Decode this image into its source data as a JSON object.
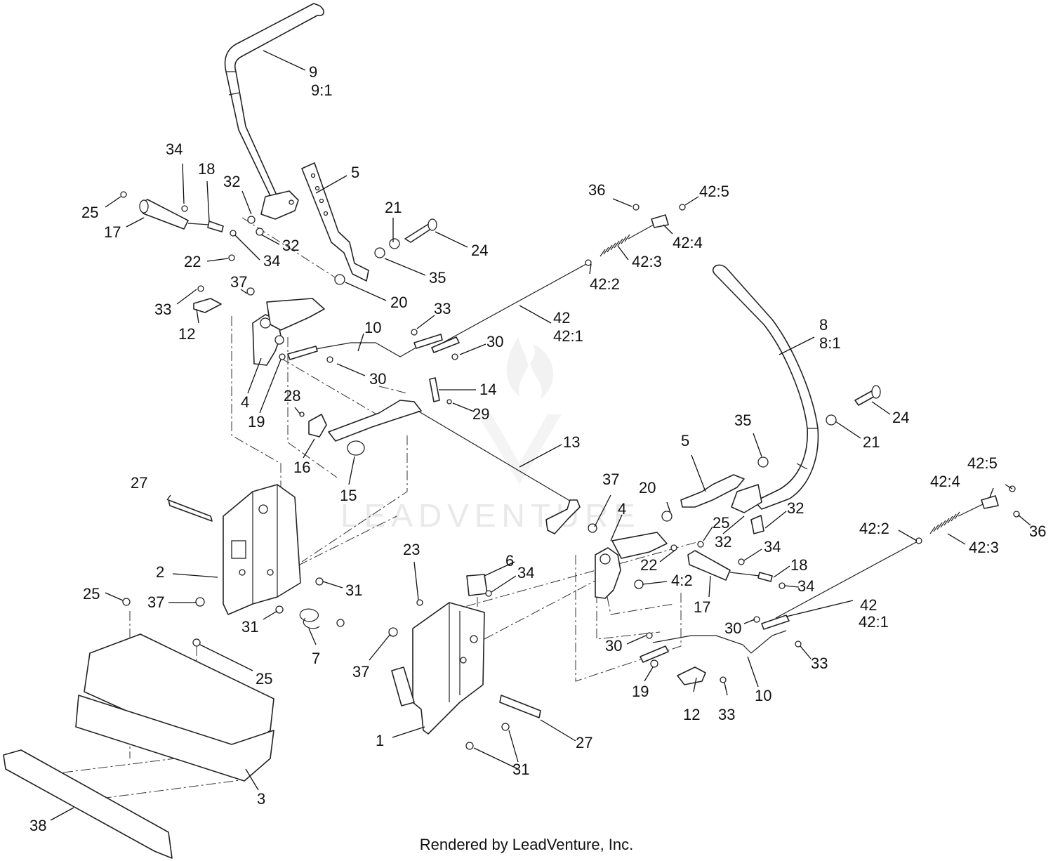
{
  "watermark": "LEADVENTURE",
  "footer": "Rendered by LeadVenture, Inc.",
  "callouts": [
    "9",
    "9:1",
    "34",
    "18",
    "32",
    "5",
    "25",
    "17",
    "32",
    "21",
    "24",
    "34",
    "35",
    "22",
    "20",
    "37",
    "33",
    "12",
    "33",
    "10",
    "30",
    "30",
    "4",
    "19",
    "28",
    "14",
    "29",
    "16",
    "15",
    "13",
    "36",
    "42:5",
    "42:4",
    "42:3",
    "42:2",
    "42",
    "42:1",
    "8",
    "8:1",
    "35",
    "24",
    "5",
    "21",
    "27",
    "2",
    "37",
    "25",
    "31",
    "31",
    "7",
    "25",
    "3",
    "38",
    "23",
    "6",
    "34",
    "37",
    "1",
    "27",
    "31",
    "37",
    "4",
    "25",
    "32",
    "32",
    "20",
    "22",
    "4:2",
    "34",
    "18",
    "17",
    "34",
    "30",
    "30",
    "19",
    "12",
    "33",
    "10",
    "33",
    "42",
    "42:1",
    "42:5",
    "42:4",
    "36",
    "42:2",
    "42:3"
  ]
}
